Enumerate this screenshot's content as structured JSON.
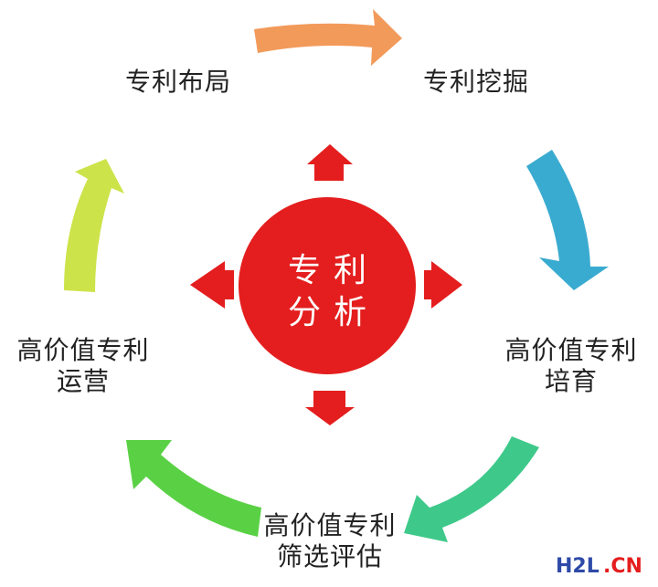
{
  "center": {
    "line1": "专利",
    "line2": "分析",
    "color": "#e41e1e"
  },
  "nodes": {
    "layout": "专利布局",
    "mining": "专利挖掘",
    "cultivation_1": "高价值专利",
    "cultivation_2": "培育",
    "screening_1": "高价值专利",
    "screening_2": "筛选评估",
    "operation_1": "高价值专利",
    "operation_2": "运营"
  },
  "colors": {
    "arrow_top": "#f29a5a",
    "arrow_right": "#3aabd0",
    "arrow_bottom_right": "#3ec98a",
    "arrow_bottom_left": "#5ad145",
    "arrow_left": "#cde34a",
    "center_arrows": "#e41e1e"
  },
  "watermark": {
    "h2l": "H2L",
    "cn": ".CN",
    "h2l_color": "#2e4aa8",
    "cn_color": "#e41e1e"
  }
}
